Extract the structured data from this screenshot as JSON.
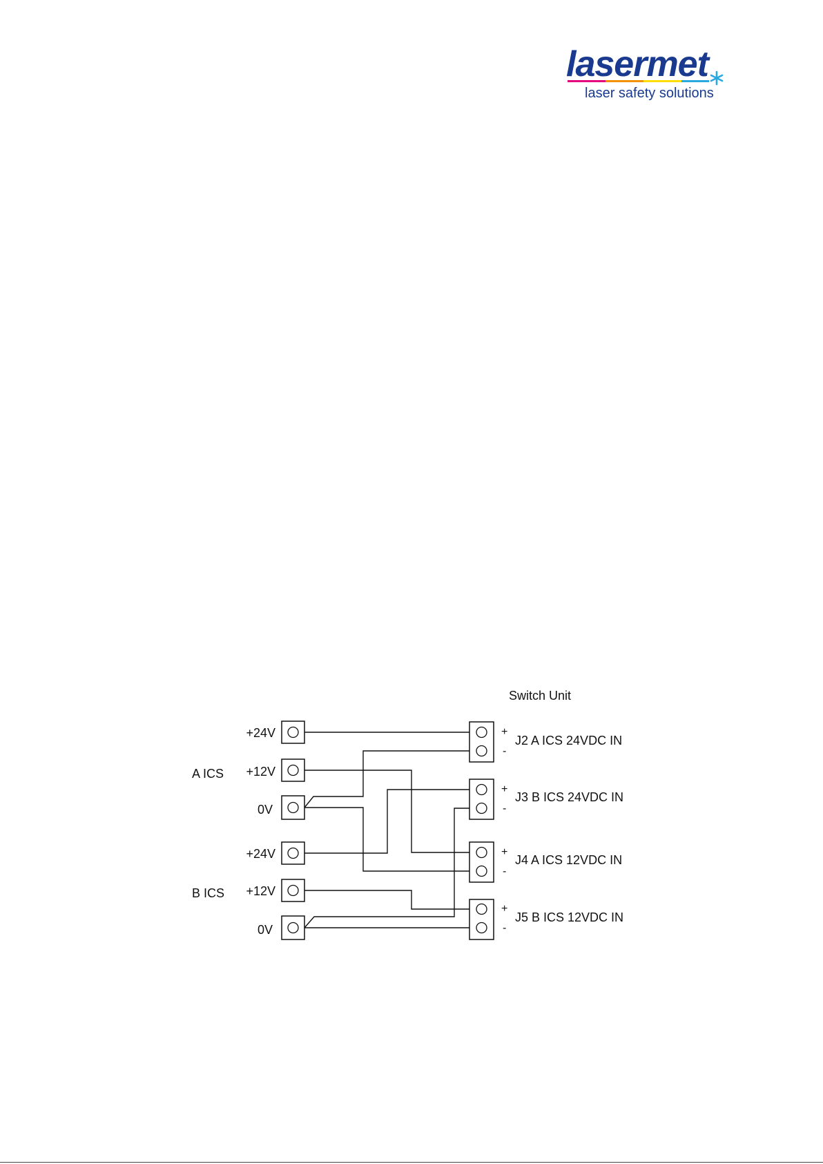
{
  "logo": {
    "brand": "lasermet",
    "tagline": "laser safety solutions",
    "colors": {
      "brand": "#1a3a8f",
      "tagline": "#1a3a8f",
      "asterisk": "#29a8e0",
      "stripe": [
        "#e5007e",
        "#f39200",
        "#ffdd00",
        "#29a8e0"
      ]
    }
  },
  "diagram": {
    "switch_unit_title": "Switch Unit",
    "groups": [
      {
        "label": "A ICS",
        "terminals": [
          "+24V",
          "+12V",
          "0V"
        ]
      },
      {
        "label": "B ICS",
        "terminals": [
          "+24V",
          "+12V",
          "0V"
        ]
      }
    ],
    "connectors": [
      {
        "label": "J2 A ICS 24VDC IN",
        "plus": "+",
        "minus": "-"
      },
      {
        "label": "J3 B ICS 24VDC IN",
        "plus": "+",
        "minus": "-"
      },
      {
        "label": "J4 A ICS 12VDC IN",
        "plus": "+",
        "minus": "-"
      },
      {
        "label": "J5 B ICS 12VDC IN",
        "plus": "+",
        "minus": "-"
      }
    ]
  }
}
